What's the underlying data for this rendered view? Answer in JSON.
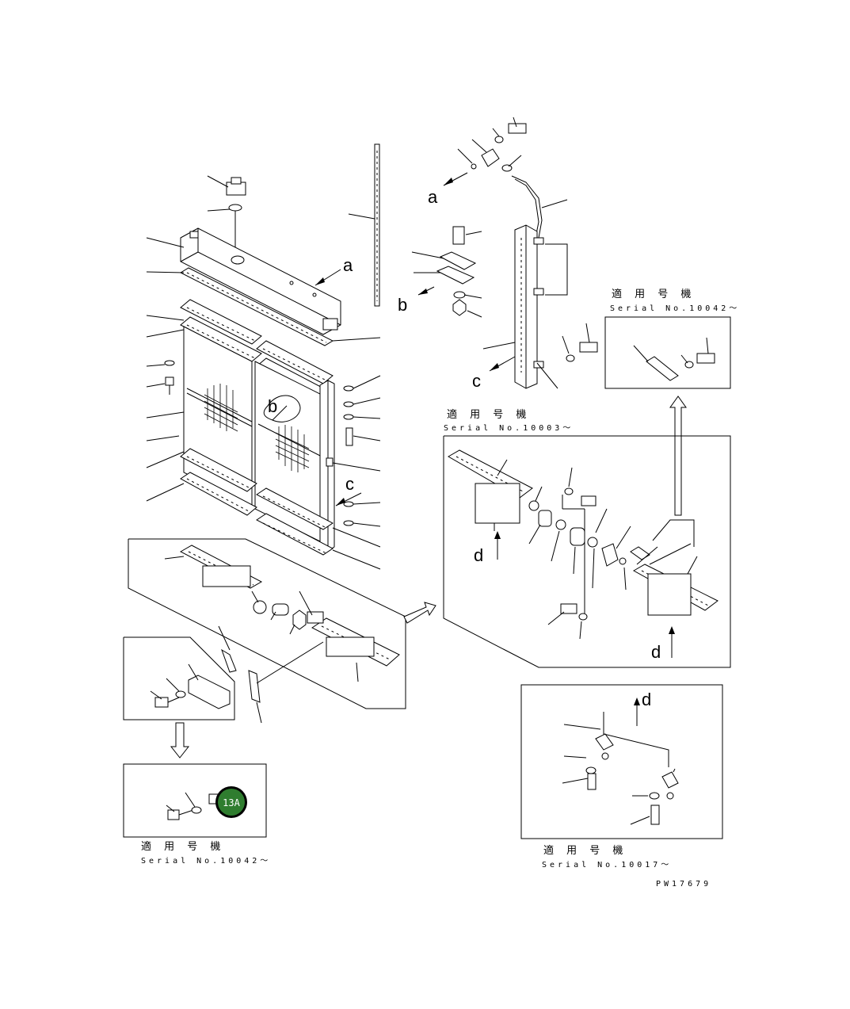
{
  "diagram": {
    "drawing_number": "PW17679",
    "callout_letters": {
      "a": "a",
      "b": "b",
      "c": "c",
      "d": "d"
    },
    "badge": {
      "label": "13A",
      "color": "#2f7d2f"
    },
    "insets": {
      "top_right": {
        "caption": "適 用 号 機",
        "serial": "Serial No.10042〜"
      },
      "middle_right": {
        "caption": "適 用 号 機",
        "serial": "Serial No.10003〜"
      },
      "bottom_left": {
        "caption": "適 用 号 機",
        "serial": "Serial No.10042〜"
      },
      "bottom_right": {
        "caption": "適 用 号 機",
        "serial": "Serial No.10017〜"
      }
    }
  }
}
